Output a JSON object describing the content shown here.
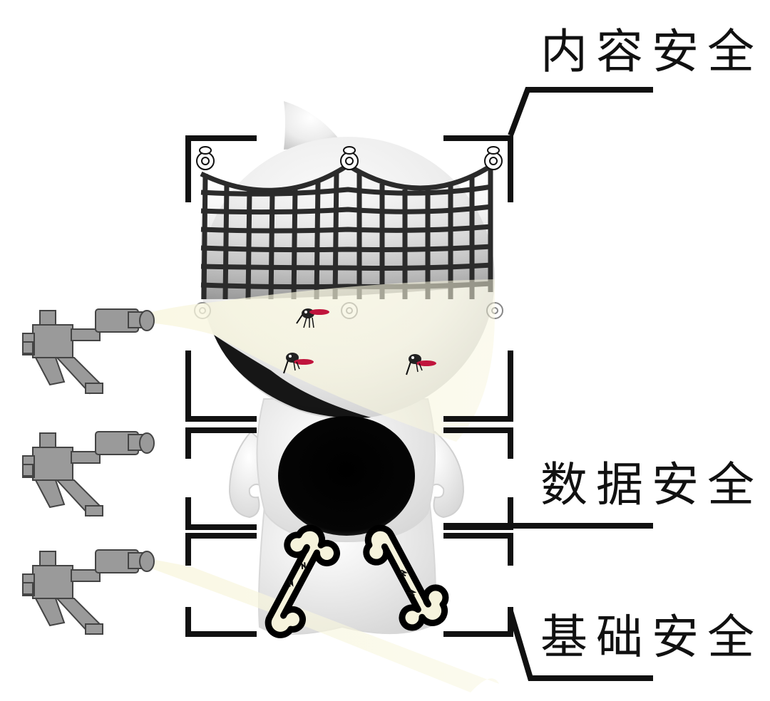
{
  "layers": [
    {
      "id": "content",
      "label": "内容安全"
    },
    {
      "id": "data",
      "label": "数据安全"
    },
    {
      "id": "infra",
      "label": "基础安全"
    }
  ],
  "colors": {
    "ink": "#111111",
    "net": "#2b2b2b",
    "robot": "#9a9a9a",
    "beam": "#f4f2dc",
    "mosquito_wing": "#c0143c",
    "body_white": "#f2f2f2"
  },
  "icons": {
    "attacker": "robot-gunner-icon",
    "threat": "mosquito-icon",
    "net_anchor": "bb8-robot-icon",
    "weak_point": "bone-icon"
  }
}
